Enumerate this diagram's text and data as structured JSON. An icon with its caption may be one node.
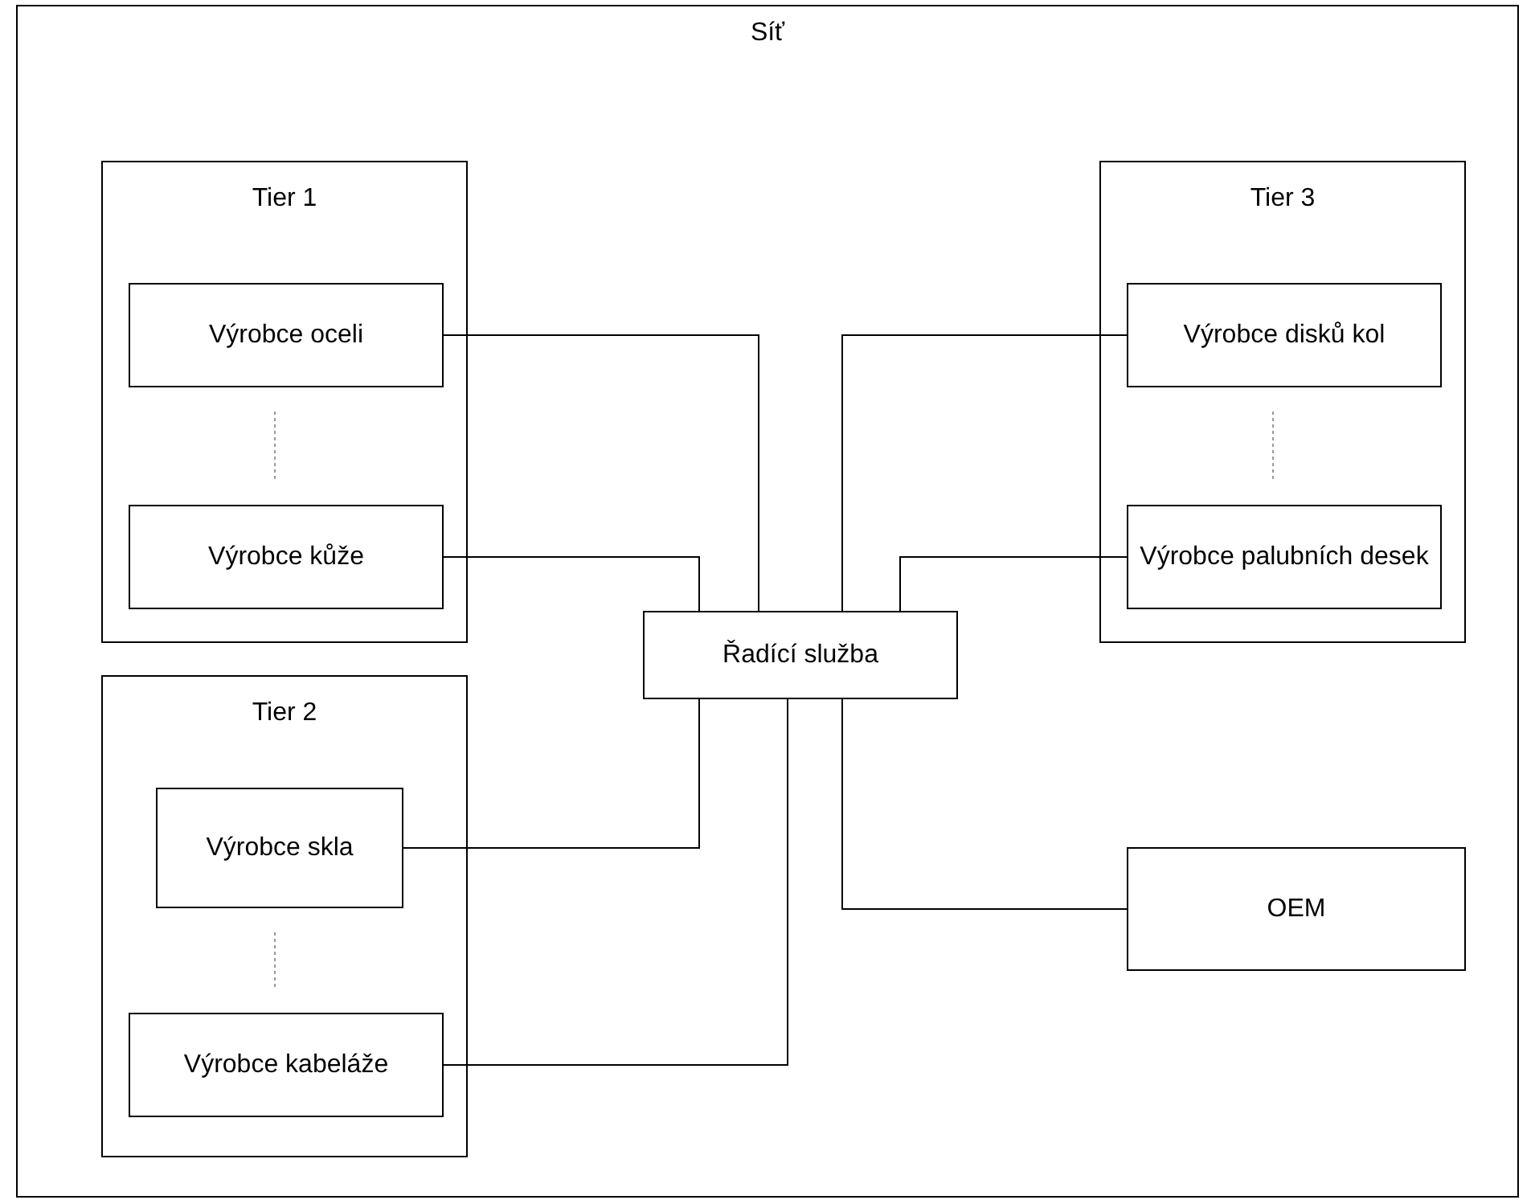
{
  "diagram": {
    "nodes": [
      {
        "text": [
          "Síť"
        ]
      },
      {
        "text": [
          "Tier 1"
        ],
        "in": 0
      },
      {
        "text": [
          "Výrobce oceli"
        ],
        "in": 1
      },
      {
        "text": [
          "Výrobce kůže"
        ],
        "in": 1
      },
      {
        "text": [
          "Tier 3"
        ],
        "in": 0
      },
      {
        "text": [
          "Výrobce disků kol"
        ],
        "in": 4
      },
      {
        "text": [
          "Výrobce palubních desek"
        ],
        "in": 4
      },
      {
        "text": [
          "Řadící služba"
        ],
        "in": 0
      },
      {
        "text": [
          "Tier 2"
        ],
        "in": 0
      },
      {
        "text": [
          "Výrobce skla"
        ],
        "in": 8
      },
      {
        "text": [
          "Výrobce kabeláže"
        ],
        "in": 8
      },
      {
        "text": [
          "OEM"
        ],
        "in": 0
      }
    ],
    "edges": [
      {
        "from": 2,
        "to": 7,
        "arrow": "none"
      },
      {
        "from": 3,
        "to": 7,
        "arrow": "none"
      },
      {
        "from": 5,
        "to": 7,
        "arrow": "none"
      },
      {
        "from": 6,
        "to": 7,
        "arrow": "none"
      },
      {
        "from": 9,
        "to": 7,
        "arrow": "none"
      },
      {
        "from": 10,
        "to": 7,
        "arrow": "none"
      },
      {
        "from": 11,
        "to": 7,
        "arrow": "none"
      }
    ]
  }
}
